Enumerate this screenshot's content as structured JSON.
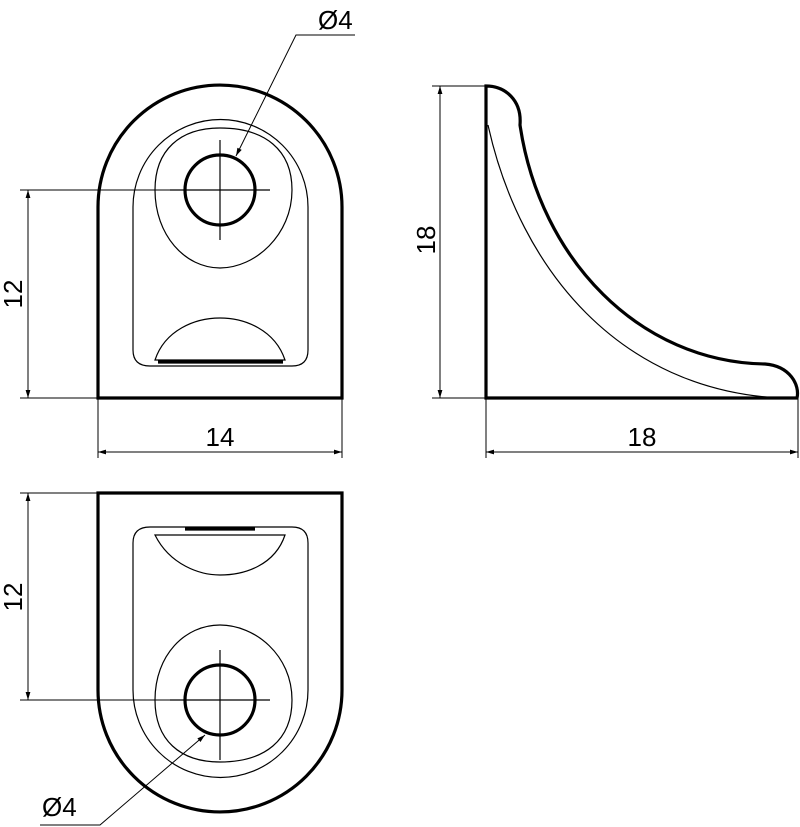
{
  "front_view": {
    "height_label": "12",
    "width_label": "14",
    "hole_label": "Ø4"
  },
  "side_view": {
    "height_label": "18",
    "width_label": "18"
  },
  "bottom_view": {
    "height_label": "12",
    "hole_label": "Ø4"
  },
  "colors": {
    "line": "#000000",
    "background": "#ffffff"
  }
}
